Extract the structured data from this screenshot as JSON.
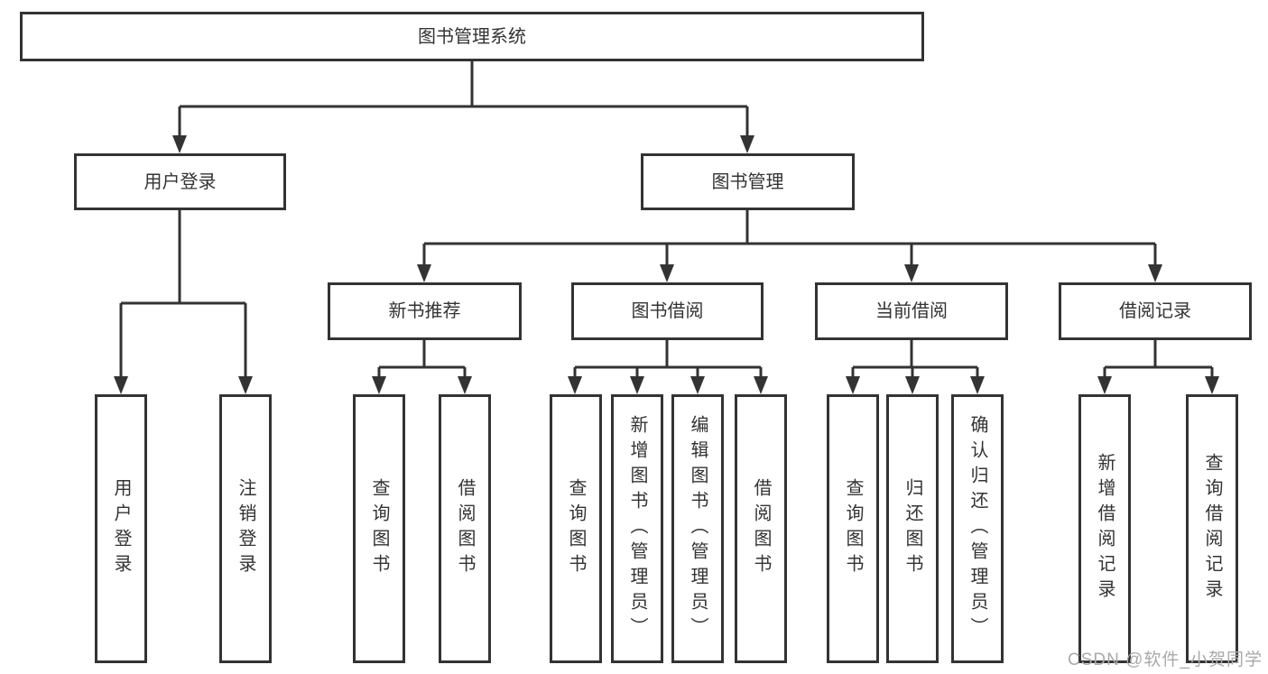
{
  "diagram": {
    "root": "图书管理系统",
    "user_login": {
      "label": "用户登录",
      "children": [
        "用户登录",
        "注销登录"
      ]
    },
    "book_management": {
      "label": "图书管理",
      "new_book_recommend": {
        "label": "新书推荐",
        "children": [
          "查询图书",
          "借阅图书"
        ]
      },
      "book_borrowing": {
        "label": "图书借阅",
        "children": [
          "查询图书",
          "新增图书（管理员）",
          "编辑图书（管理员）",
          "借阅图书"
        ]
      },
      "current_borrowing": {
        "label": "当前借阅",
        "children": [
          "查询图书",
          "归还图书",
          "确认归还（管理员）"
        ]
      },
      "borrowing_records": {
        "label": "借阅记录",
        "children": [
          "新增借阅记录",
          "查询借阅记录"
        ]
      }
    }
  },
  "watermark": "CSDN @软件_小贺同学",
  "colors": {
    "line": "#333333",
    "box_border": "#333333",
    "text": "#333333",
    "background": "#ffffff",
    "watermark": "#a9a9a9"
  }
}
